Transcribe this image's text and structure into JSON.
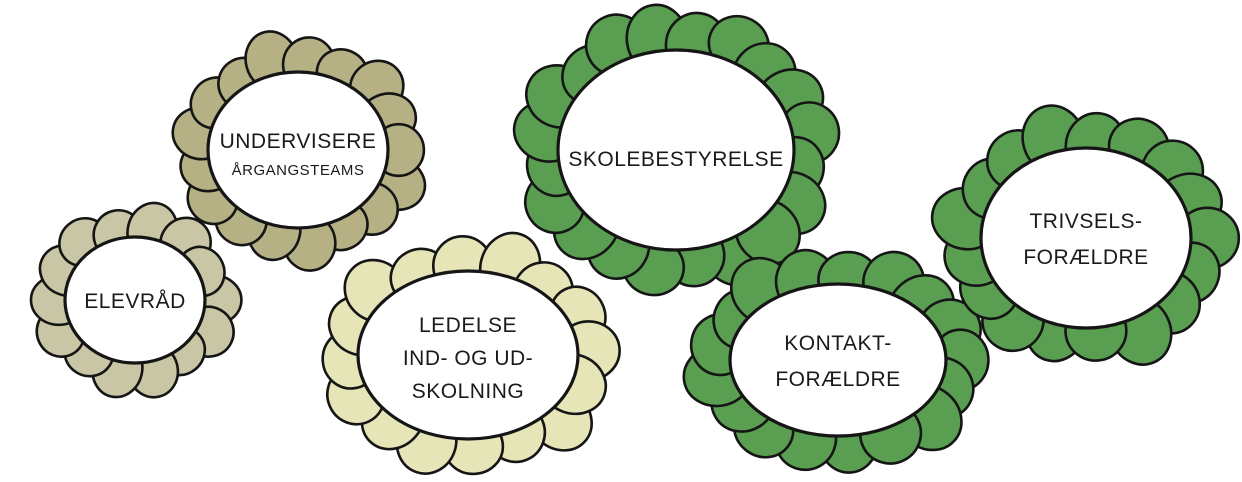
{
  "colors": {
    "olive": "#b5b185",
    "light_olive": "#c8c6a4",
    "cream": "#e6e5b8",
    "green": "#5a9e52"
  },
  "flowers": [
    {
      "id": "elevraad",
      "color": "#c8c6a4",
      "lines": [
        {
          "text": "ELEVRÅD",
          "size": "big"
        }
      ]
    },
    {
      "id": "undervisere",
      "color": "#b5b185",
      "lines": [
        {
          "text": "UNDERVISERE",
          "size": "big"
        },
        {
          "text": "ÅRGANGSTEAMS",
          "size": "small"
        }
      ]
    },
    {
      "id": "ledelse",
      "color": "#e6e5b8",
      "lines": [
        {
          "text": "LEDELSE",
          "size": "big"
        },
        {
          "text": "IND- OG UD-",
          "size": "big"
        },
        {
          "text": "SKOLNING",
          "size": "big"
        }
      ]
    },
    {
      "id": "skolebestyrelse",
      "color": "#5a9e52",
      "lines": [
        {
          "text": "SKOLEBESTYRELSE",
          "size": "big"
        }
      ]
    },
    {
      "id": "kontaktforaeldre",
      "color": "#5a9e52",
      "lines": [
        {
          "text": "KONTAKT-",
          "size": "big"
        },
        {
          "text": "FORÆLDRE",
          "size": "big"
        }
      ]
    },
    {
      "id": "trivselsforaeldre",
      "color": "#5a9e52",
      "lines": [
        {
          "text": "TRIVSELS-",
          "size": "big"
        },
        {
          "text": "FORÆLDRE",
          "size": "big"
        }
      ]
    }
  ]
}
